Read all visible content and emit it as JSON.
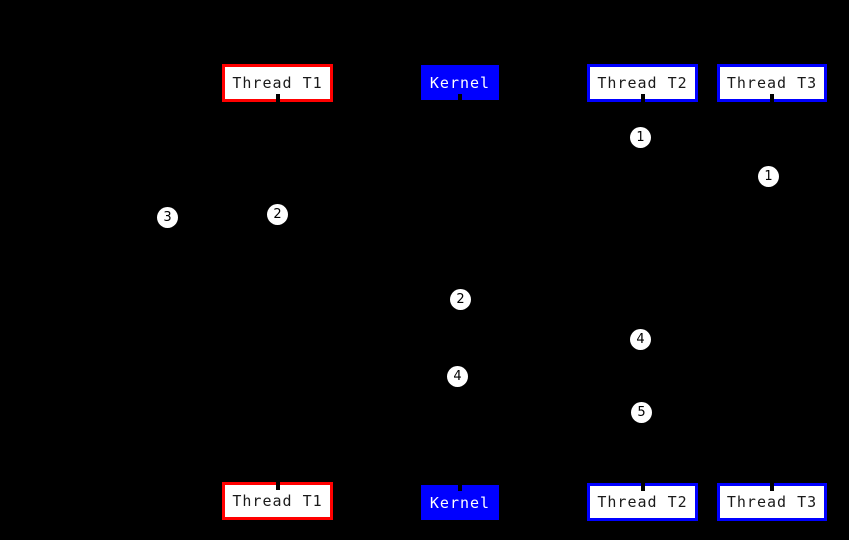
{
  "diagram": {
    "type": "sequence-diagram",
    "background_color": "#000000",
    "colors": {
      "thread_t1_border": "#ff0000",
      "kernel_fill": "#0000ff",
      "thread_t2_border": "#0000ff",
      "thread_t3_border": "#0000ff",
      "box_fill": "#ffffff",
      "box_text": "#1a1a1a",
      "kernel_text": "#ffffff",
      "marker_fill": "#ffffff",
      "marker_text": "#000000"
    },
    "participants": [
      {
        "id": "thread-t1",
        "label": "Thread T1"
      },
      {
        "id": "kernel",
        "label": "Kernel"
      },
      {
        "id": "thread-t2",
        "label": "Thread T2"
      },
      {
        "id": "thread-t3",
        "label": "Thread T3"
      }
    ],
    "markers": [
      {
        "label": "1"
      },
      {
        "label": "1"
      },
      {
        "label": "3"
      },
      {
        "label": "2"
      },
      {
        "label": "2"
      },
      {
        "label": "4"
      },
      {
        "label": "4"
      },
      {
        "label": "5"
      }
    ]
  }
}
